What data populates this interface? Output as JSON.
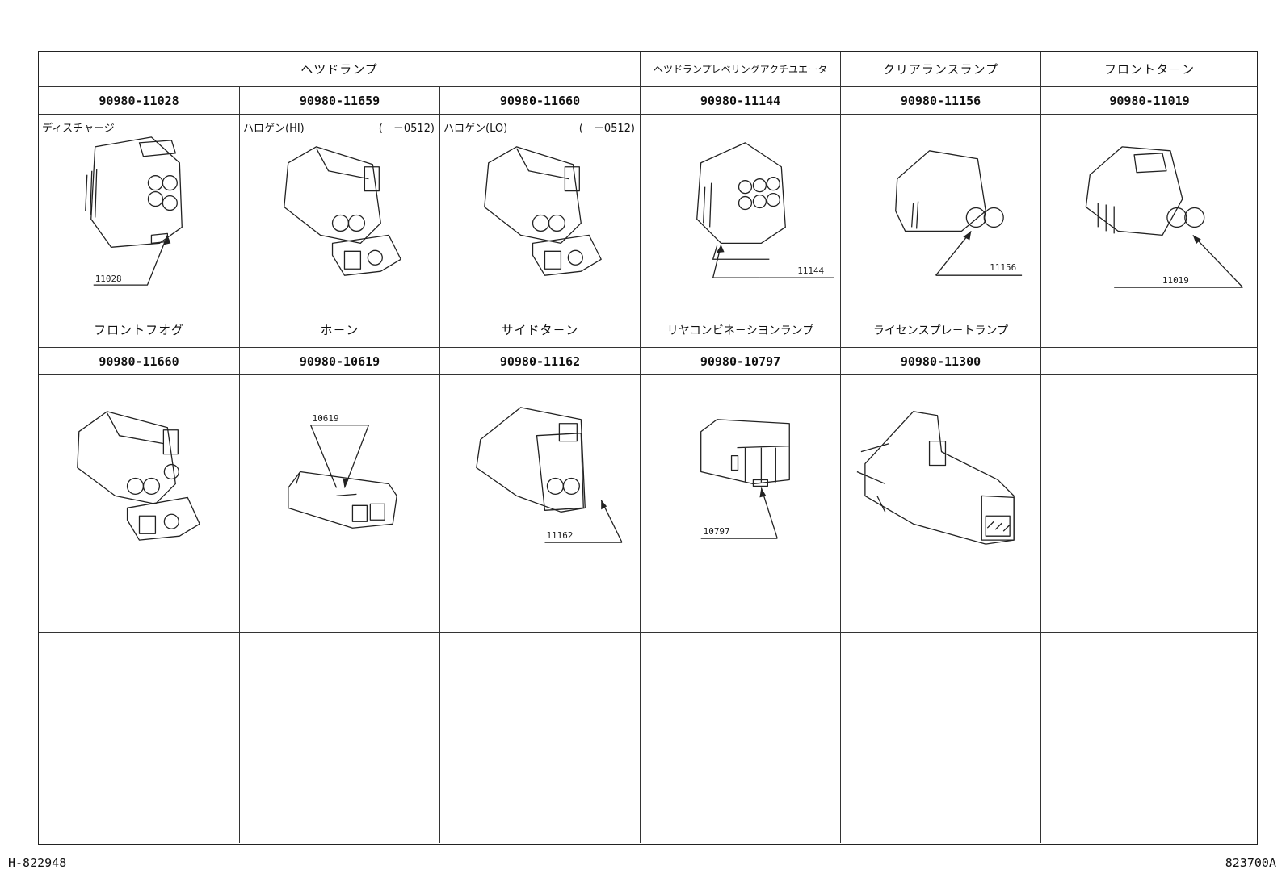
{
  "row1": {
    "groups": [
      "ヘツドランプ",
      "ヘツドランプレベリングアクチユエータ",
      "クリアランスランプ",
      "フロントタ－ン"
    ],
    "parts": [
      "90980-11028",
      "90980-11659",
      "90980-11660",
      "90980-11144",
      "90980-11156",
      "90980-11019"
    ],
    "notes": [
      {
        "left": "ディスチャージ",
        "right": ""
      },
      {
        "left": "ハロゲン(HI)",
        "right": "(　－0512)"
      },
      {
        "left": "ハロゲン(LO)",
        "right": "(　－0512)"
      },
      {
        "left": "",
        "right": ""
      },
      {
        "left": "",
        "right": ""
      },
      {
        "left": "",
        "right": ""
      }
    ],
    "callouts": [
      "11028",
      "",
      "",
      "11144",
      "11156",
      "11019"
    ]
  },
  "row2": {
    "groups": [
      "フロントフオグ",
      "ホ－ン",
      "サイドタ－ン",
      "リヤコンビネ－シヨンランプ",
      "ライセンスプレ－トランプ",
      ""
    ],
    "parts": [
      "90980-11660",
      "90980-10619",
      "90980-11162",
      "90980-10797",
      "90980-11300",
      ""
    ],
    "callouts": [
      "",
      "10619",
      "11162",
      "10797",
      "",
      ""
    ]
  },
  "footer": {
    "left": "H-822948",
    "right": "823700A"
  }
}
